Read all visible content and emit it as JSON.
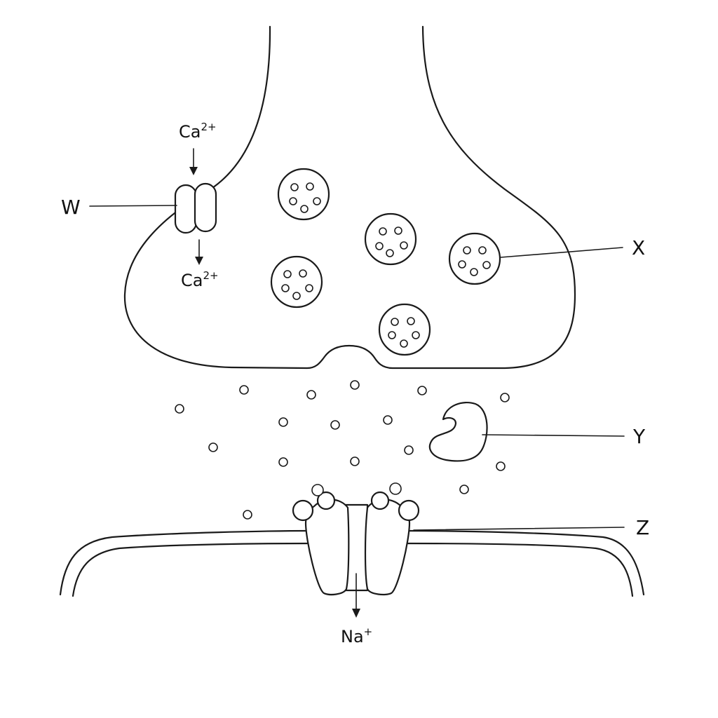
{
  "labels": {
    "w": "W",
    "x": "X",
    "y": "Y",
    "z": "Z"
  },
  "ions": {
    "calcium_top": {
      "base": "Ca",
      "charge": "2+"
    },
    "calcium_bottom": {
      "base": "Ca",
      "charge": "2+"
    },
    "sodium": {
      "base": "Na",
      "charge": "+"
    }
  }
}
